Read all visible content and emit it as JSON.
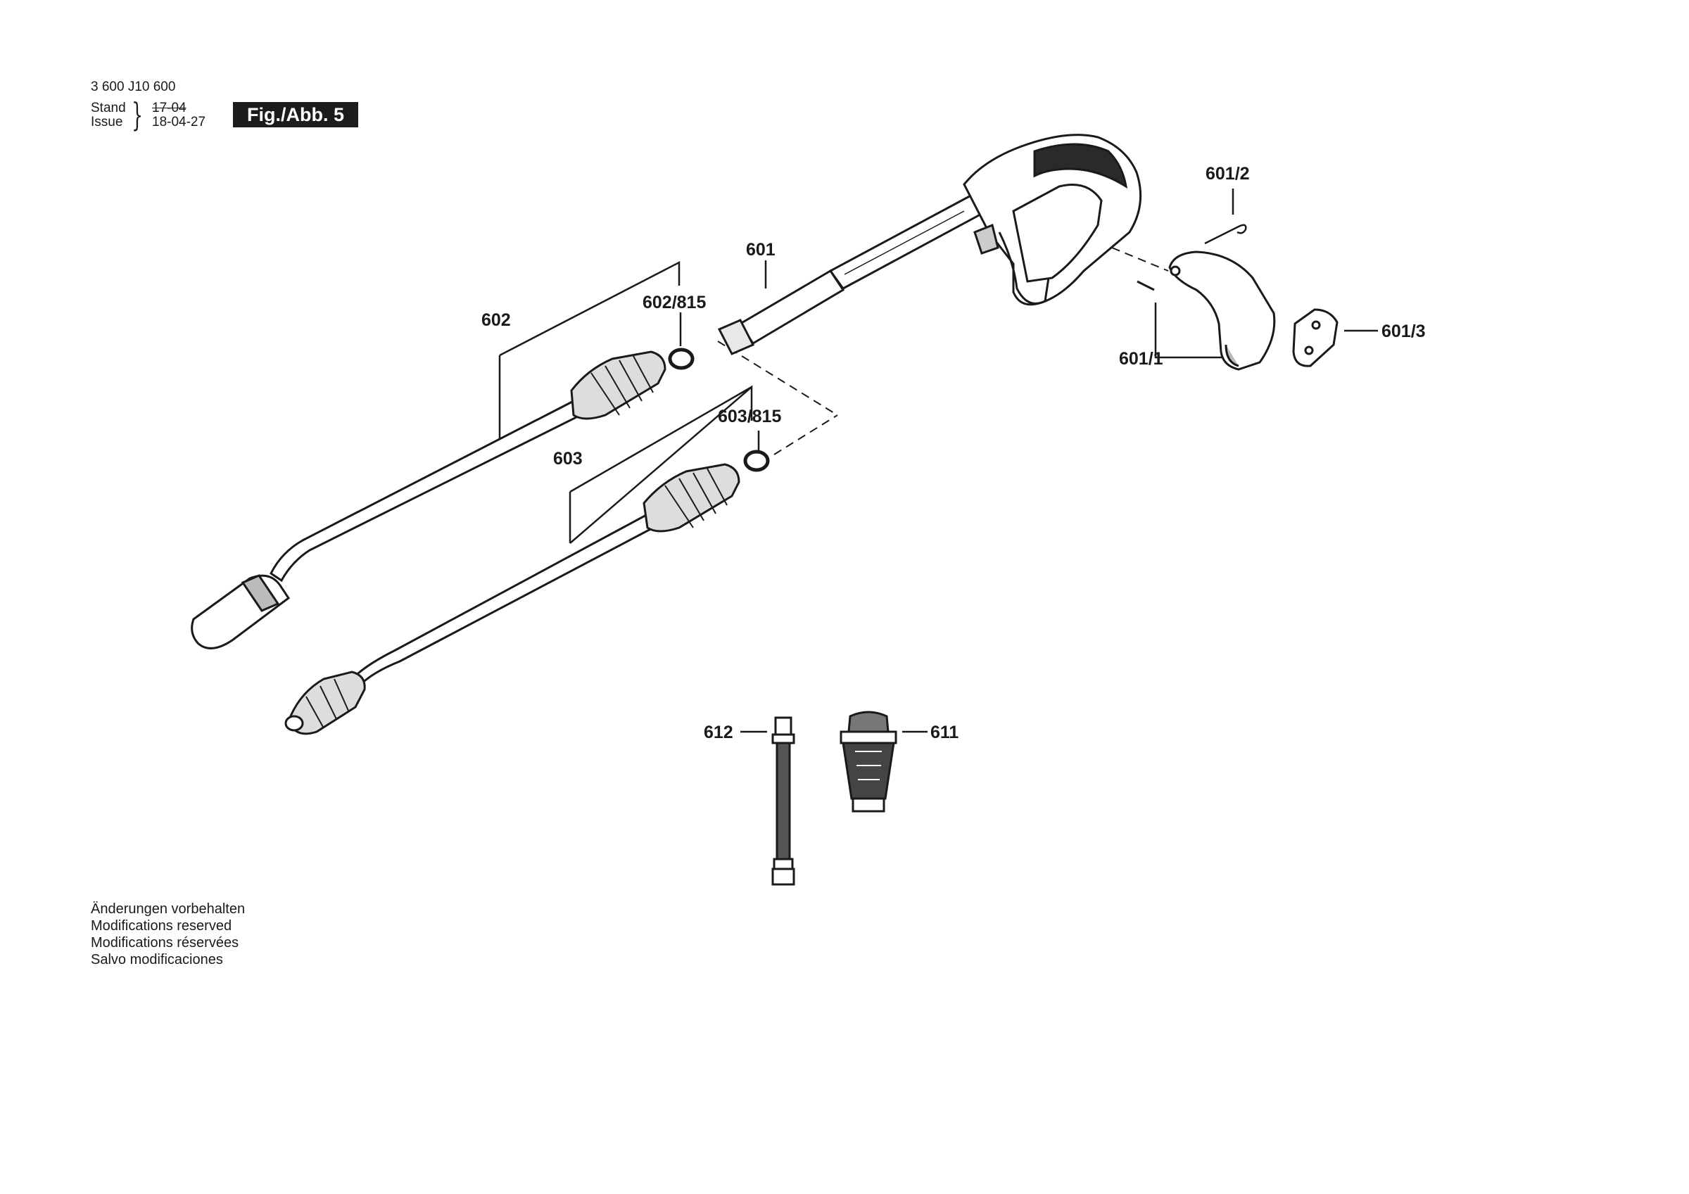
{
  "header": {
    "doc_number": "3 600 J10 600",
    "stand_label": "Stand",
    "issue_label": "Issue",
    "stand_date": "17-04",
    "issue_date": "18-04-27",
    "figure_badge": "Fig./Abb. 5"
  },
  "parts": {
    "p601": "601",
    "p601_1": "601/1",
    "p601_2": "601/2",
    "p601_3": "601/3",
    "p602": "602",
    "p602_815": "602/815",
    "p603": "603",
    "p603_815": "603/815",
    "p611": "611",
    "p612": "612"
  },
  "footer": {
    "line1": "Änderungen vorbehalten",
    "line2": "Modifications reserved",
    "line3": "Modifications réservées",
    "line4": "Salvo modificaciones"
  },
  "colors": {
    "ink": "#1a1a1a",
    "badge_bg": "#1c1c1c",
    "badge_text": "#ffffff"
  }
}
